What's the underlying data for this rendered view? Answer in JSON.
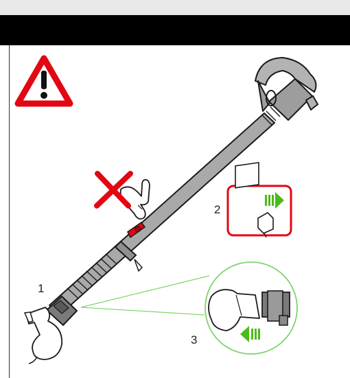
{
  "steps": {
    "step1": "1",
    "step2": "2",
    "step3": "3"
  },
  "colors": {
    "warning_red": "#e30613",
    "arrow_green": "#4cbb17",
    "callout_green": "#7ed36b",
    "wand_grey": "#a9a9a9",
    "outline": "#1a1a1a"
  },
  "icons": [
    "warning-icon",
    "do-not-touch-cross-icon",
    "unplug-icon",
    "green-arrow-right-icon",
    "green-arrow-left-icon"
  ]
}
